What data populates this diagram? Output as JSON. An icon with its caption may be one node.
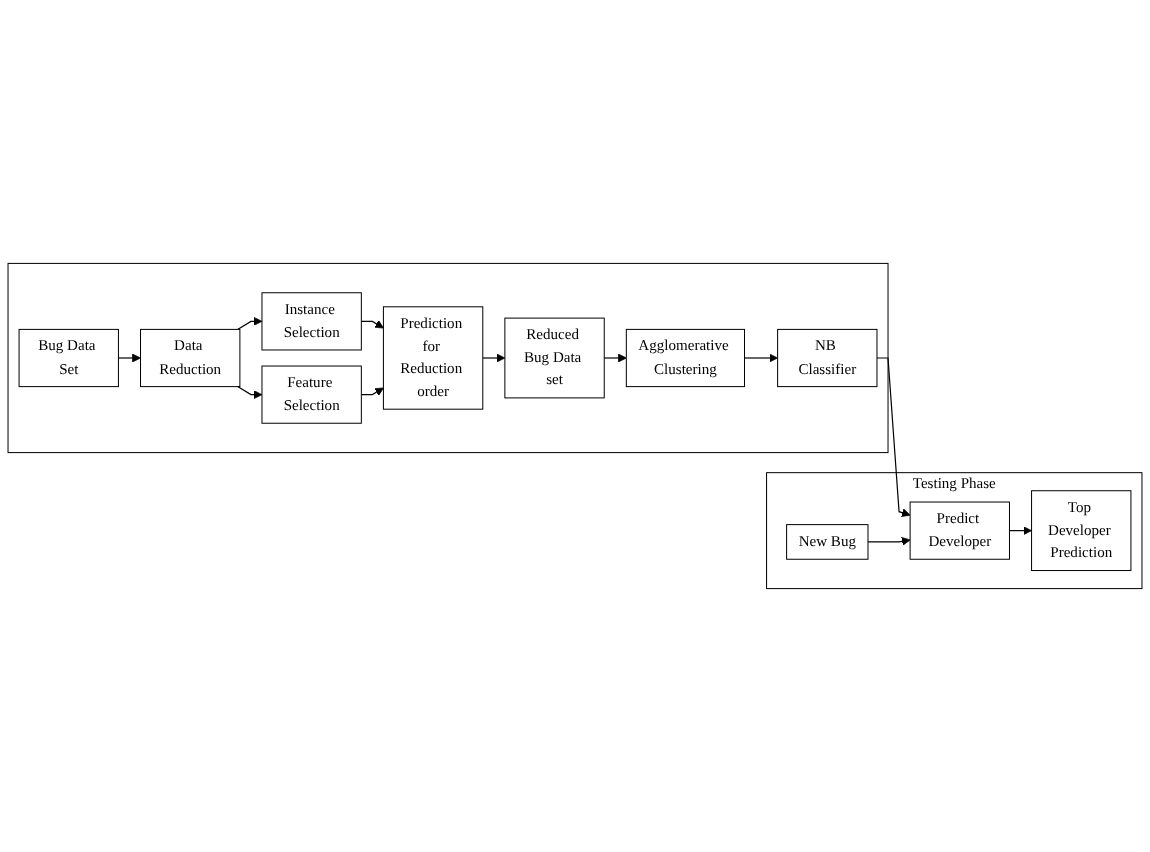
{
  "diagram": {
    "nodes": [
      {
        "text": [],
        "shape": "box"
      },
      {
        "text": [
          "Bug Data Set"
        ],
        "in": 0
      },
      {
        "text": [
          "Data Reduction"
        ],
        "in": 0
      },
      {
        "text": [
          "Instance Selection"
        ],
        "in": 0
      },
      {
        "text": [
          "Feature Selection"
        ],
        "in": 0
      },
      {
        "text": [
          "Prediction for Reduction order"
        ],
        "in": 0
      },
      {
        "text": [
          "NB Classifier"
        ],
        "in": 0
      },
      {
        "text": [
          "Agglomerative Clustering"
        ],
        "in": 0
      },
      {
        "text": [
          "Reduced Bug Data set"
        ],
        "in": 0
      },
      {
        "text": [
          "Testing Phase"
        ]
      },
      {
        "text": [
          "New Bug"
        ],
        "in": 9
      },
      {
        "text": [
          "Predict Developer"
        ],
        "in": 9
      },
      {
        "text": [
          "Top Developer Prediction"
        ],
        "in": 9
      }
    ],
    "edges": [
      {
        "from": 1,
        "to": 2,
        "arrow": "to"
      },
      {
        "from": 2,
        "to": 3,
        "arrow": "to"
      },
      {
        "from": 2,
        "to": 4,
        "arrow": "to"
      },
      {
        "from": 3,
        "to": 5,
        "arrow": "to"
      },
      {
        "from": 4,
        "to": 5,
        "arrow": "to"
      },
      {
        "from": 5,
        "to": 8,
        "arrow": "to"
      },
      {
        "from": 8,
        "to": 7,
        "arrow": "to"
      },
      {
        "from": 7,
        "to": 6,
        "arrow": "to"
      },
      {
        "from": 6,
        "to": 11,
        "arrow": "to"
      },
      {
        "from": 10,
        "to": 11,
        "arrow": "to"
      },
      {
        "from": 11,
        "to": 12,
        "arrow": "to"
      }
    ]
  }
}
